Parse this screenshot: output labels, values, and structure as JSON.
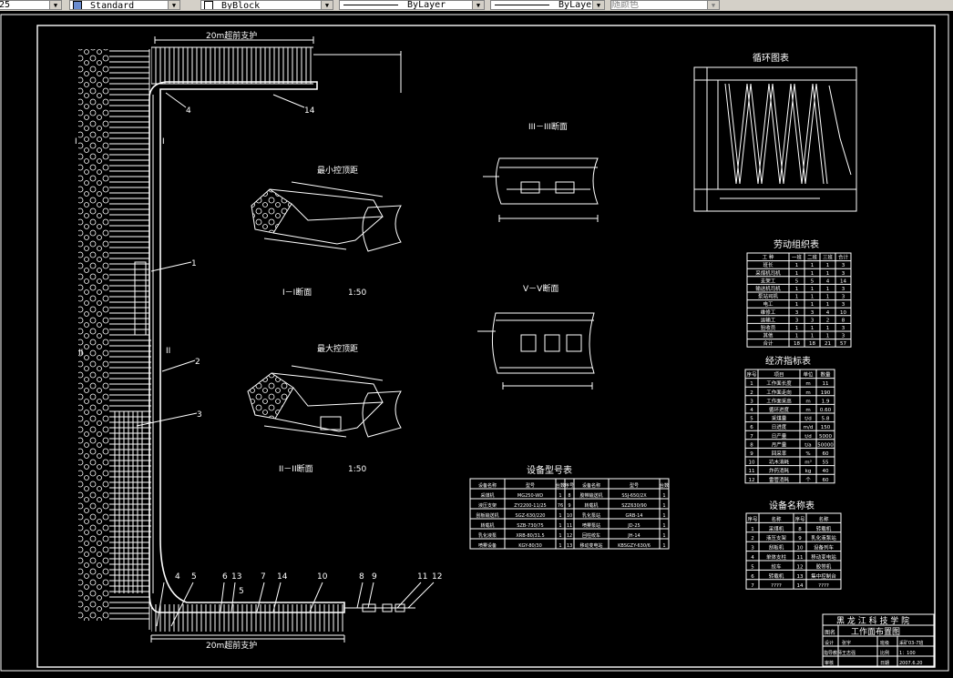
{
  "toolbar": {
    "layer_value": "25",
    "style_value": "Standard",
    "color_value": "ByBlock",
    "linetype_value": "ByLayer",
    "lineweight_value": "ByLayer",
    "plotstyle_value": "随颜色"
  },
  "drawing": {
    "top_support_label": "20m超前支护",
    "bottom_support_label": "20m超前支护",
    "min_title": "最小控顶距",
    "max_title": "最大控顶距",
    "section_1_label": "I－I断面",
    "section_2_label": "II－II断面",
    "scale_1": "1:50",
    "scale_2": "1:50",
    "section_3_title": "III－III断面",
    "section_5_title": "V－V断面",
    "cycle_chart_title": "循环图表",
    "labor_table_title": "劳动组织表",
    "econ_table_title": "经济指标表",
    "equip_model_title": "设备型号表",
    "equip_name_title": "设备名称表",
    "section_marks": [
      "I",
      "I",
      "II",
      "II"
    ],
    "callouts_right": [
      "4",
      "14",
      "1",
      "2",
      "3"
    ],
    "callouts_bottom": [
      "4",
      "5",
      "6",
      "13",
      "7",
      "14",
      "10",
      "8",
      "9",
      "11",
      "12"
    ],
    "arrow_mark": "5"
  },
  "title_block": {
    "school": "黑 龙 江 科 技 学 院",
    "drawing_name": "工作面布置图",
    "row1": [
      "图名",
      "",
      "",
      ""
    ],
    "row2": [
      "设计",
      "张宇",
      "班级",
      "采矿03-7班"
    ],
    "row3": [
      "指导教师",
      "王志强",
      "比例",
      "1：100"
    ],
    "row4": [
      "审核",
      "",
      "日期",
      "2007.6.20"
    ]
  },
  "labor_table": {
    "headers": [
      "工 种",
      "一班",
      "二班",
      "三班",
      "合计"
    ],
    "rows": [
      [
        "班长",
        "1",
        "1",
        "1",
        "3"
      ],
      [
        "采煤机司机",
        "1",
        "1",
        "1",
        "3"
      ],
      [
        "支架工",
        "5",
        "5",
        "4",
        "14"
      ],
      [
        "输送机司机",
        "1",
        "1",
        "1",
        "3"
      ],
      [
        "泵站司机",
        "1",
        "1",
        "1",
        "3"
      ],
      [
        "电工",
        "1",
        "1",
        "1",
        "3"
      ],
      [
        "维修工",
        "3",
        "3",
        "4",
        "10"
      ],
      [
        "运输工",
        "3",
        "3",
        "2",
        "8"
      ],
      [
        "验收员",
        "1",
        "1",
        "1",
        "3"
      ],
      [
        "其他",
        "1",
        "1",
        "1",
        "3"
      ],
      [
        "合计",
        "18",
        "18",
        "21",
        "57"
      ]
    ]
  },
  "econ_table": {
    "headers": [
      "序号",
      "项目",
      "单位",
      "数量"
    ],
    "rows": [
      [
        "1",
        "工作面长度",
        "m",
        "11"
      ],
      [
        "2",
        "工作面走向",
        "m",
        "190"
      ],
      [
        "3",
        "工作面采高",
        "m",
        "1.9"
      ],
      [
        "4",
        "循环进度",
        "m",
        "0.60"
      ],
      [
        "5",
        "采煤量",
        "t/d",
        "5.8"
      ],
      [
        "6",
        "日进度",
        "m/d",
        "150"
      ],
      [
        "7",
        "日产量",
        "t/d",
        "5000"
      ],
      [
        "8",
        "月产量",
        "t/a",
        "50000"
      ],
      [
        "9",
        "回采率",
        "%",
        "60"
      ],
      [
        "10",
        "坑木消耗",
        "m³",
        "55"
      ],
      [
        "11",
        "炸药消耗",
        "kg",
        "40"
      ],
      [
        "12",
        "雷管消耗",
        "个",
        "60"
      ]
    ]
  },
  "equip_model_table": {
    "headers": [
      "设备名称",
      "型号",
      "台数",
      "序号",
      "设备名称",
      "型号",
      "台数"
    ],
    "rows": [
      [
        "采煤机",
        "MG250-WD",
        "1",
        "8",
        "胶带输送机",
        "SSJ-650/2X",
        "1"
      ],
      [
        "液压支架",
        "ZY2200-11/25",
        "76",
        "9",
        "转载机",
        "SZZ630/90",
        "1"
      ],
      [
        "刮板输送机",
        "SGZ-630/220",
        "1",
        "10",
        "乳化泵站",
        "GRB-14",
        "1"
      ],
      [
        "转载机",
        "SZB-730/75",
        "1",
        "11",
        "喷雾泵站",
        "JD-25",
        "1"
      ],
      [
        "乳化液泵",
        "XRB-80/31.5",
        "1",
        "12",
        "回柱绞车",
        "JH-14",
        "1"
      ],
      [
        "喷雾设备",
        "KGY-80/30",
        "1",
        "13",
        "移动变电站",
        "KBSGZY-630/6",
        "1"
      ]
    ]
  },
  "equip_name_table": {
    "headers": [
      "序号",
      "名称",
      "序号",
      "名称"
    ],
    "rows": [
      [
        "1",
        "采煤机",
        "8",
        "转载机"
      ],
      [
        "2",
        "液压支架",
        "9",
        "乳化液泵站"
      ],
      [
        "3",
        "刮板机",
        "10",
        "设备列车"
      ],
      [
        "4",
        "单体支柱",
        "11",
        "移动变电站"
      ],
      [
        "5",
        "绞车",
        "12",
        "胶带机"
      ],
      [
        "6",
        "转载机",
        "13",
        "集中控制台"
      ],
      [
        "7",
        "????",
        "14",
        "????"
      ]
    ]
  }
}
